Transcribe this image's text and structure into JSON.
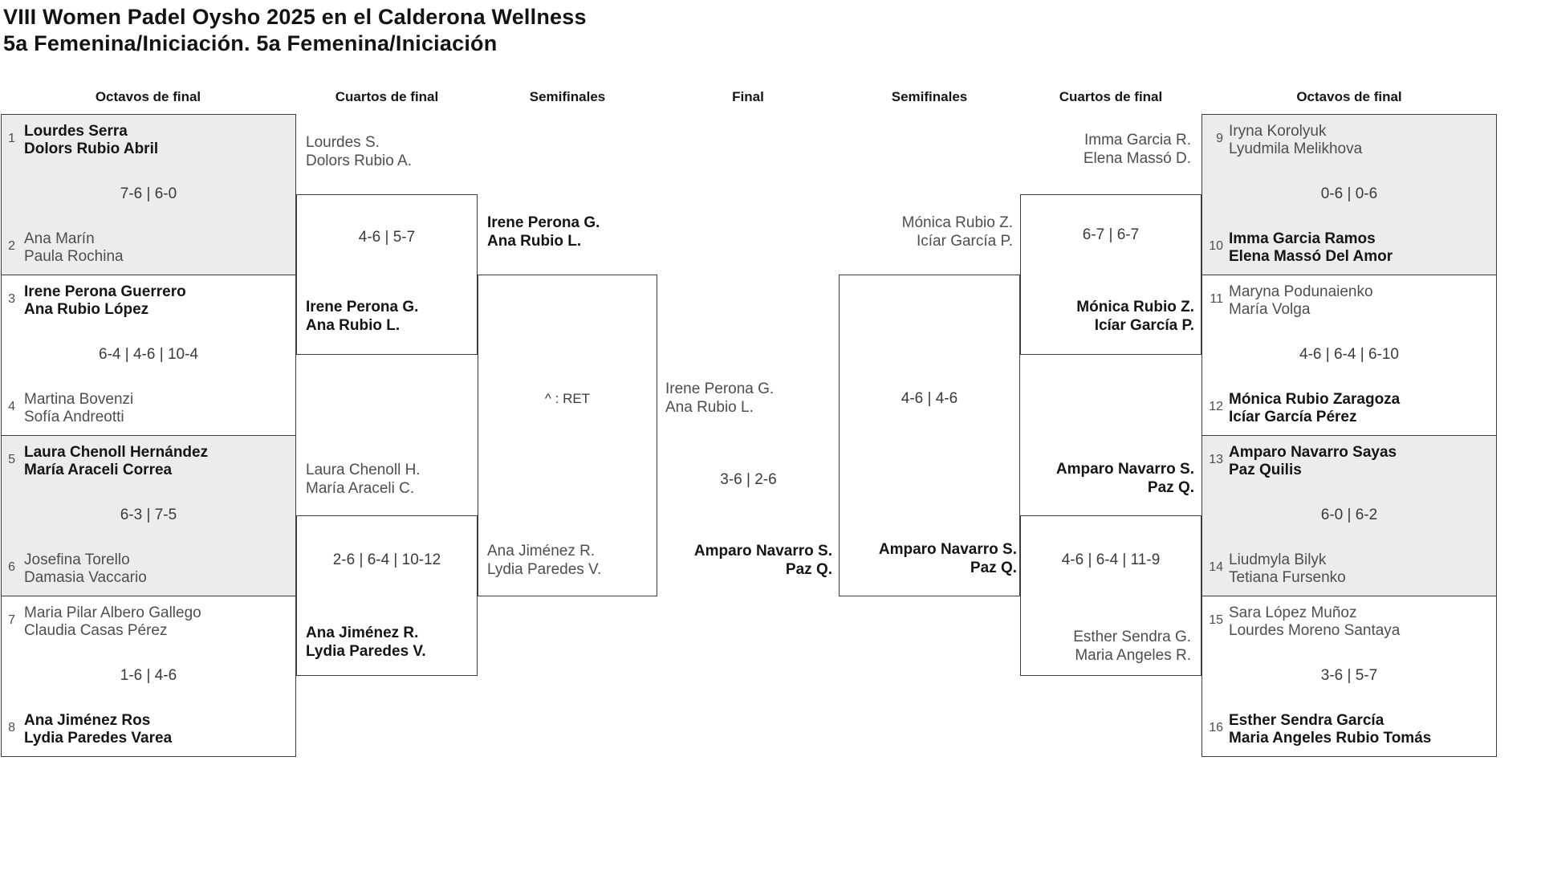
{
  "title": {
    "line1": "VIII Women Padel Oysho 2025 en el Calderona Wellness",
    "line2": "5a Femenina/Iniciación. 5a Femenina/Iniciación"
  },
  "headers": {
    "octavos_left": "Octavos de final",
    "cuartos_left": "Cuartos de final",
    "semifinales_left": "Semifinales",
    "final": "Final",
    "semifinales_right": "Semifinales",
    "cuartos_right": "Cuartos de final",
    "octavos_right": "Octavos de final"
  },
  "octavos_left": [
    {
      "seed_a": "1",
      "team_a": [
        "Lourdes Serra",
        "Dolors Rubio Abril"
      ],
      "winner": "a",
      "score": "7-6 | 6-0",
      "seed_b": "2",
      "team_b": [
        "Ana Marín",
        "Paula Rochina"
      ]
    },
    {
      "seed_a": "3",
      "team_a": [
        "Irene Perona Guerrero",
        "Ana Rubio López"
      ],
      "winner": "a",
      "score": "6-4 | 4-6 | 10-4",
      "seed_b": "4",
      "team_b": [
        "Martina Bovenzi",
        "Sofía Andreotti"
      ]
    },
    {
      "seed_a": "5",
      "team_a": [
        "Laura Chenoll Hernández",
        "María Araceli Correa"
      ],
      "winner": "a",
      "score": "6-3 | 7-5",
      "seed_b": "6",
      "team_b": [
        "Josefina Torello",
        "Damasia Vaccario"
      ]
    },
    {
      "seed_a": "7",
      "team_a": [
        "Maria Pilar Albero Gallego",
        "Claudia Casas Pérez"
      ],
      "winner": "b",
      "score": "1-6 | 4-6",
      "seed_b": "8",
      "team_b": [
        "Ana Jiménez Ros",
        "Lydia Paredes Varea"
      ]
    }
  ],
  "octavos_right": [
    {
      "seed_a": "9",
      "team_a": [
        "Iryna Korolyuk",
        "Lyudmila Melikhova"
      ],
      "winner": "b",
      "score": "0-6 | 0-6",
      "seed_b": "10",
      "team_b": [
        "Imma Garcia Ramos",
        "Elena Massó Del Amor"
      ]
    },
    {
      "seed_a": "11",
      "team_a": [
        "Maryna Podunaienko",
        "María Volga"
      ],
      "winner": "b",
      "score": "4-6 | 6-4 | 6-10",
      "seed_b": "12",
      "team_b": [
        "Mónica Rubio Zaragoza",
        "Icíar García Pérez"
      ]
    },
    {
      "seed_a": "13",
      "team_a": [
        "Amparo Navarro Sayas",
        "Paz Quilis"
      ],
      "winner": "a",
      "score": "6-0 | 6-2",
      "seed_b": "14",
      "team_b": [
        "Liudmyla Bilyk",
        "Tetiana Fursenko"
      ]
    },
    {
      "seed_a": "15",
      "team_a": [
        "Sara López Muñoz",
        "Lourdes Moreno Santaya"
      ],
      "winner": "b",
      "score": "3-6 | 5-7",
      "seed_b": "16",
      "team_b": [
        "Esther Sendra García",
        "Maria Angeles Rubio Tomás"
      ]
    }
  ],
  "cuartos_left": [
    {
      "top": [
        "Lourdes S.",
        "Dolors Rubio A."
      ],
      "score": "4-6 | 5-7",
      "bottom": [
        "Irene Perona G.",
        "Ana Rubio L."
      ],
      "winner": "bottom"
    },
    {
      "top": [
        "Laura Chenoll H.",
        "María Araceli C."
      ],
      "score": "2-6 | 6-4 | 10-12",
      "bottom": [
        "Ana Jiménez R.",
        "Lydia Paredes V."
      ],
      "winner": "bottom"
    }
  ],
  "semifinal_left": {
    "top": [
      "Irene Perona G.",
      "Ana Rubio L."
    ],
    "score": "^ : RET",
    "bottom": [
      "Ana Jiménez R.",
      "Lydia Paredes V."
    ],
    "winner": "top"
  },
  "final": {
    "left": [
      "Irene Perona G.",
      "Ana Rubio L."
    ],
    "score": "3-6 | 2-6",
    "winner": [
      "Amparo Navarro S.",
      "Paz Q."
    ]
  },
  "semifinal_right": {
    "top": [
      "Mónica Rubio Z.",
      "Icíar García P."
    ],
    "score": "4-6 | 4-6",
    "bottom": [
      "Amparo Navarro S.",
      "Paz Q."
    ],
    "winner": "bottom"
  },
  "cuartos_right": [
    {
      "top": [
        "Imma Garcia R.",
        "Elena Massó D."
      ],
      "score": "6-7 | 6-7",
      "bottom": [
        "Mónica Rubio Z.",
        "Icíar García P."
      ],
      "winner": "bottom"
    },
    {
      "top": [
        "Amparo Navarro S.",
        "Paz Q."
      ],
      "score": "4-6 | 6-4 | 11-9",
      "bottom": [
        "Esther Sendra G.",
        "Maria Angeles R."
      ],
      "winner": "top"
    }
  ],
  "colors": {
    "winner_text": "#151515",
    "regular_text": "#4e4e4e",
    "score_text": "#3a3a3a",
    "border": "#3c3c3c",
    "shaded_row_bg": "#ececec",
    "page_bg": "#ffffff"
  }
}
